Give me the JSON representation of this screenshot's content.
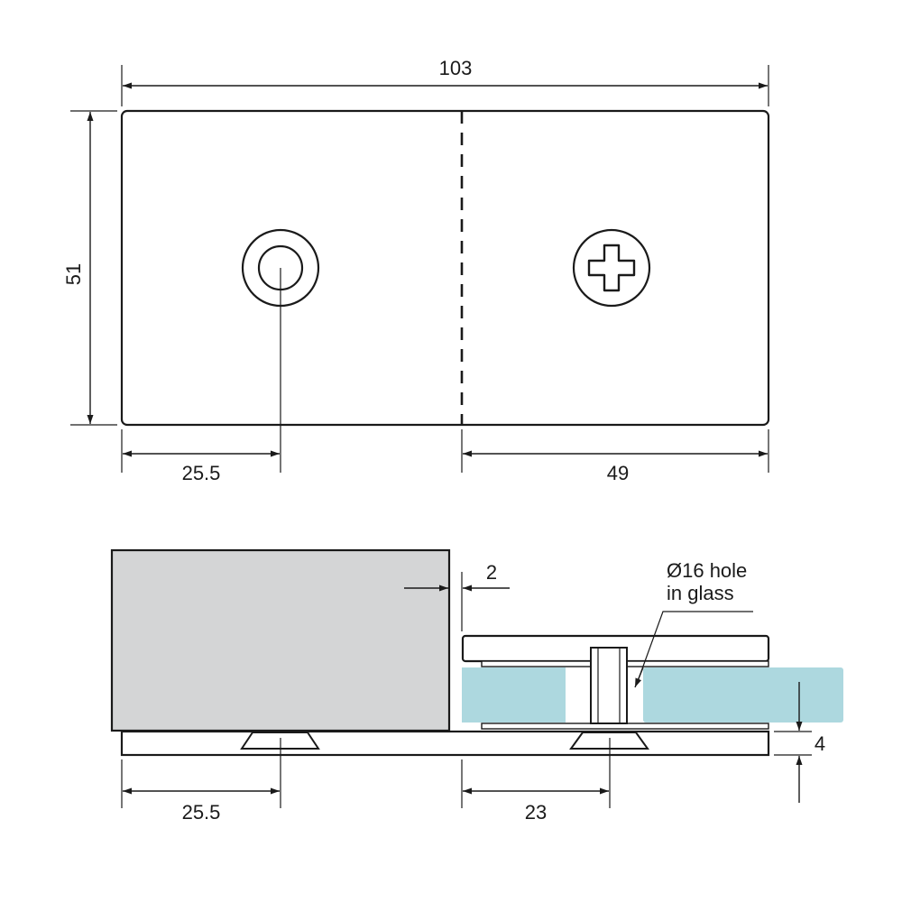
{
  "top_view": {
    "dim_width": "103",
    "dim_height": "51",
    "dim_left_hole": "25.5",
    "dim_right_part": "49",
    "left_hole": "plain-hole-icon",
    "right_screw": "phillips-screw-icon"
  },
  "side_view": {
    "dim_gap": "2",
    "note_line1": "Ø16 hole",
    "note_line2": "in glass",
    "dim_thickness": "4",
    "dim_left_hole": "25.5",
    "dim_right_screw": "23",
    "block_fill": "#d4d5d6",
    "glass_fill": "#add8df"
  }
}
